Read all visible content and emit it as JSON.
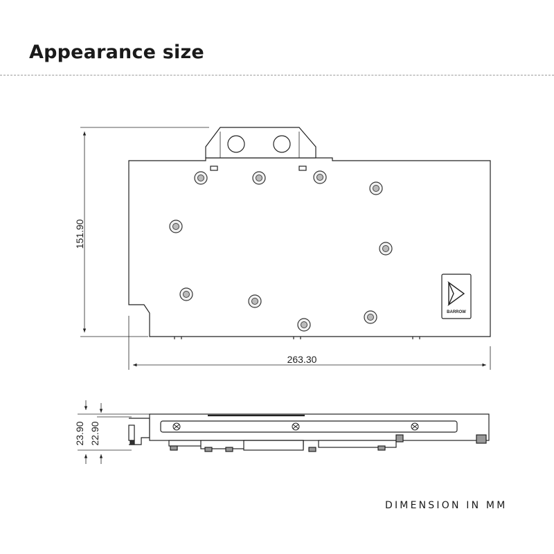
{
  "header": {
    "title": "Appearance size"
  },
  "dimensions": {
    "height": "151.90",
    "width": "263.30",
    "thickness_total": "23.90",
    "thickness_block": "22.90"
  },
  "logo": {
    "text": "BARROW"
  },
  "footer": {
    "note": "DIMENSION IN MM"
  }
}
